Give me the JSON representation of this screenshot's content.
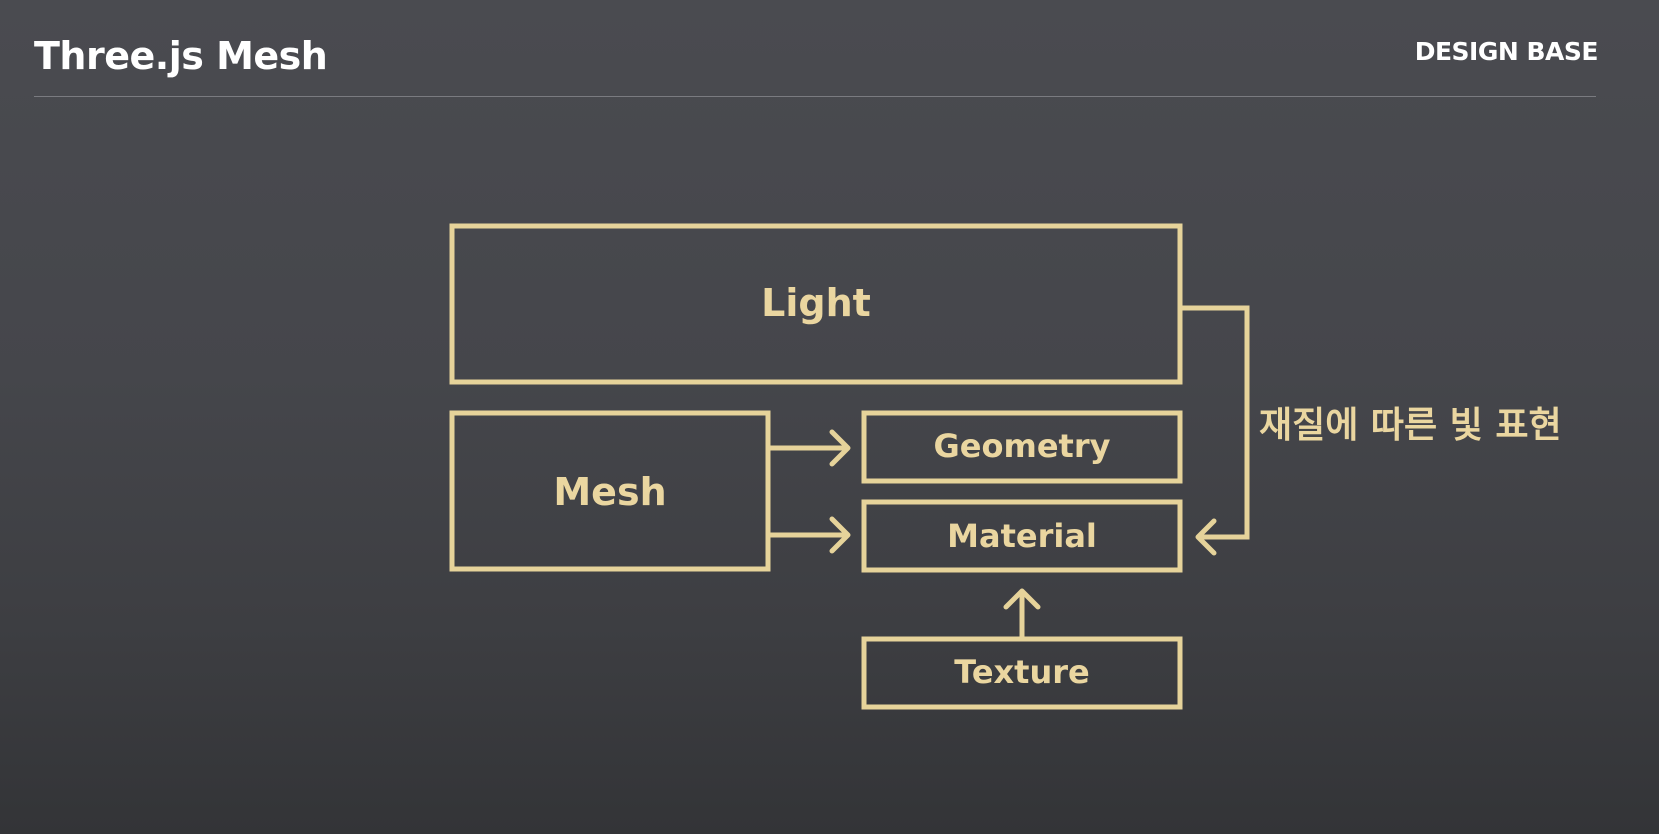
{
  "header": {
    "title": "Three.js Mesh",
    "brand": "DESIGN BASE"
  },
  "diagram": {
    "nodes": {
      "light": "Light",
      "mesh": "Mesh",
      "geometry": "Geometry",
      "material": "Material",
      "texture": "Texture"
    },
    "annotation": "재질에 따른 빛 표현"
  },
  "colors": {
    "accent": "#e6d39a",
    "background": "#46474c",
    "title_text": "#ffffff"
  }
}
